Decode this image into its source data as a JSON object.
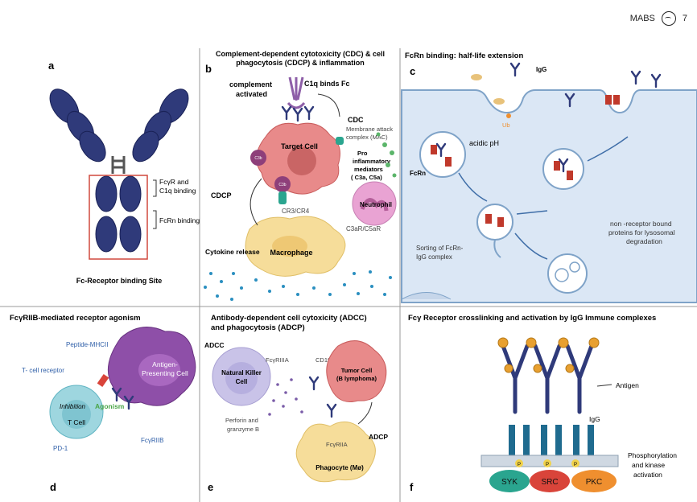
{
  "header": {
    "journal": "MABS",
    "page": "7",
    "logo_icon": "journal-logo-icon"
  },
  "panels": {
    "a": {
      "letter": "a",
      "caption": "Fc-Receptor binding Site",
      "label_fcgr": "FcγR and",
      "label_fcgr2": "C1q binding",
      "label_fcrn": "FcRn binding"
    },
    "b": {
      "letter": "b",
      "title1": "Complement-dependent cytotoxicity (CDC) & cell",
      "title2": "phagocytosis (CDCP) & inflammation",
      "complement1": "complement",
      "complement2": "activated",
      "c1q": "C1q binds Fc",
      "cdc": "CDC",
      "mac1": "Membrane attack",
      "mac2": "complex (MAC)",
      "target": "Target Cell",
      "pro1": "Pro",
      "pro2": "inflammatory",
      "pro3": "mediators",
      "pro4": "( C3a, C5a)",
      "c3b_a": "C3b",
      "c3b_b": "C3b",
      "cdcp": "CDCP",
      "cr": "CR3/CR4",
      "neutrophil": "Neutrophil",
      "c3ar": "C3aR/C5aR",
      "cytokine": "Cytokine release",
      "macrophage": "Macrophage"
    },
    "c": {
      "letter": "c",
      "title": "FcRn binding: half-life extension",
      "igg": "IgG",
      "ub": "Ub",
      "acidic": "acidic pH",
      "fcrn": "FcRn",
      "sort1": "Sorting of FcRn-",
      "sort2": "IgG complex",
      "nonrec1": "non -receptor bound",
      "nonrec2": "proteins for lysosomal",
      "nonrec3": "degradation"
    },
    "d": {
      "letter": "d",
      "title": "FcγRIIB-mediated receptor agonism",
      "peptide": "Peptide-MHCII",
      "tcr": "T- cell receptor",
      "apc1": "Antigen-",
      "apc2": "Presenting Cell",
      "inhibition": "Inhibition",
      "agonism": "Agonism",
      "tcell": "T Cell",
      "pd1": "PD-1",
      "fcgriib": "FcγRIIB"
    },
    "e": {
      "letter": "e",
      "title1": "Antibody-dependent cell cytoxicity (ADCC)",
      "title2": "and phagocytosis (ADCP)",
      "adcc": "ADCC",
      "nk1": "Natural Killer",
      "nk2": "Cell",
      "fcgriiia": "FcγRIIIA",
      "cd19": "CD19",
      "tumor1": "Tumor Cell",
      "tumor2": "(B lymphoma)",
      "perforin1": "Perforin and",
      "perforin2": "granzyme B",
      "fcgriia": "FcγRIIA",
      "adcp": "ADCP",
      "phagocyte": "Phagocyte (Mø)"
    },
    "f": {
      "letter": "f",
      "title": "Fcγ Receptor crosslinking and activation by IgG Immune complexes",
      "antigen": "Antigen",
      "igg": "IgG",
      "phos1": "Phosphorylation",
      "phos2": "and kinase",
      "phos3": "activation",
      "p": "P",
      "syk": "SYK",
      "src": "SRC",
      "pkc": "PKC"
    }
  },
  "colors": {
    "antibody": "#2f3a7a",
    "fcrn": "#c0392b",
    "target": "#e88a8a",
    "macrophage": "#f6dd9a",
    "neutrophil": "#e9a3d3",
    "apc": "#8e4fa8",
    "tcell": "#9ed6df",
    "nk": "#c9c3e8",
    "syk": "#2aa58f",
    "src": "#d9443a",
    "pkc": "#ef8f2f",
    "endosome": "#dbe7f5"
  }
}
